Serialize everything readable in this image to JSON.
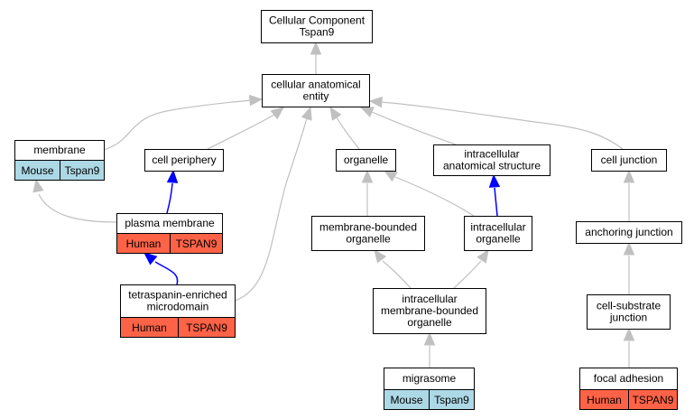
{
  "colors": {
    "edge_default": "#c0c0c0",
    "edge_highlight": "#0000ff",
    "box_border": "#000000",
    "box_fill": "#ffffff",
    "mouse_fill": "#add8e6",
    "human_fill": "#ff6347"
  },
  "nodes": {
    "root": {
      "lines": [
        "Cellular Component",
        "Tspan9"
      ]
    },
    "cae": {
      "lines": [
        "cellular anatomical",
        "entity"
      ]
    },
    "membrane": {
      "lines": [
        "membrane"
      ],
      "annot": [
        "Mouse",
        "Tspan9"
      ],
      "species": "mouse"
    },
    "cell_periphery": {
      "lines": [
        "cell periphery"
      ]
    },
    "organelle": {
      "lines": [
        "organelle"
      ]
    },
    "ias": {
      "lines": [
        "intracellular",
        "anatomical structure"
      ]
    },
    "cell_junction": {
      "lines": [
        "cell junction"
      ]
    },
    "plasma_membrane": {
      "lines": [
        "plasma membrane"
      ],
      "annot": [
        "Human",
        "TSPAN9"
      ],
      "species": "human"
    },
    "mbo": {
      "lines": [
        "membrane-bounded",
        "organelle"
      ]
    },
    "io": {
      "lines": [
        "intracellular",
        "organelle"
      ]
    },
    "anchoring_junction": {
      "lines": [
        "anchoring junction"
      ]
    },
    "tem": {
      "lines": [
        "tetraspanin-enriched",
        "microdomain"
      ],
      "annot": [
        "Human",
        "TSPAN9"
      ],
      "species": "human"
    },
    "imbo": {
      "lines": [
        "intracellular",
        "membrane-bounded",
        "organelle"
      ]
    },
    "csj": {
      "lines": [
        "cell-substrate",
        "junction"
      ]
    },
    "migrasome": {
      "lines": [
        "migrasome"
      ],
      "annot": [
        "Mouse",
        "Tspan9"
      ],
      "species": "mouse"
    },
    "focal_adhesion": {
      "lines": [
        "focal adhesion"
      ],
      "annot": [
        "Human",
        "TSPAN9"
      ],
      "species": "human"
    }
  },
  "edges": [
    {
      "from": "cae",
      "to": "root",
      "kind": "is_a"
    },
    {
      "from": "membrane",
      "to": "cae",
      "kind": "is_a"
    },
    {
      "from": "cell_periphery",
      "to": "cae",
      "kind": "is_a"
    },
    {
      "from": "tem",
      "to": "cae",
      "kind": "is_a"
    },
    {
      "from": "organelle",
      "to": "cae",
      "kind": "is_a"
    },
    {
      "from": "ias",
      "to": "cae",
      "kind": "is_a"
    },
    {
      "from": "cell_junction",
      "to": "cae",
      "kind": "is_a"
    },
    {
      "from": "plasma_membrane",
      "to": "membrane",
      "kind": "is_a"
    },
    {
      "from": "plasma_membrane",
      "to": "cell_periphery",
      "kind": "part_of"
    },
    {
      "from": "tem",
      "to": "plasma_membrane",
      "kind": "part_of"
    },
    {
      "from": "mbo",
      "to": "organelle",
      "kind": "is_a"
    },
    {
      "from": "io",
      "to": "organelle",
      "kind": "is_a"
    },
    {
      "from": "io",
      "to": "ias",
      "kind": "part_of"
    },
    {
      "from": "imbo",
      "to": "mbo",
      "kind": "is_a"
    },
    {
      "from": "imbo",
      "to": "io",
      "kind": "is_a"
    },
    {
      "from": "migrasome",
      "to": "imbo",
      "kind": "is_a"
    },
    {
      "from": "anchoring_junction",
      "to": "cell_junction",
      "kind": "is_a"
    },
    {
      "from": "csj",
      "to": "anchoring_junction",
      "kind": "is_a"
    },
    {
      "from": "focal_adhesion",
      "to": "csj",
      "kind": "is_a"
    }
  ]
}
